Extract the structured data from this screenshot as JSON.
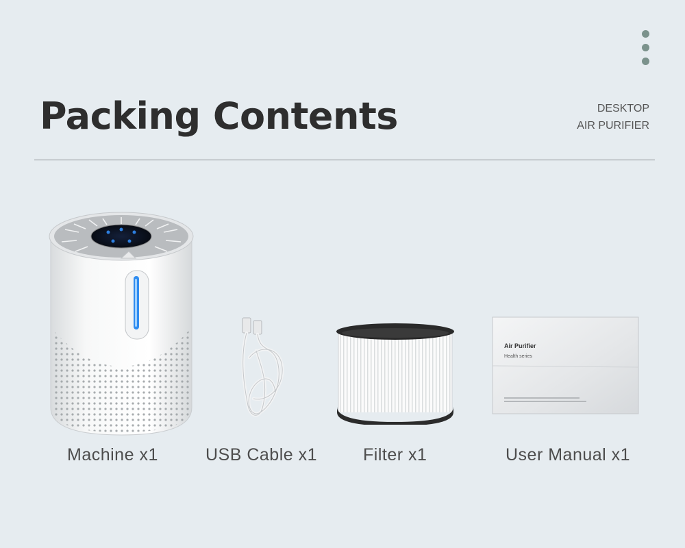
{
  "header": {
    "title": "Packing Contents",
    "tagline_line1": "DESKTOP",
    "tagline_line2": "AIR PURIFIER",
    "menu_icon": "vertical-dots-icon"
  },
  "items": [
    {
      "label": "Machine  x1",
      "icon": "air-purifier-image"
    },
    {
      "label": "USB Cable x1",
      "icon": "usb-cable-image"
    },
    {
      "label": "Filter x1",
      "icon": "filter-image"
    },
    {
      "label": "User Manual x1",
      "icon": "user-manual-image"
    }
  ],
  "manual": {
    "cover_title": "Air Purifier",
    "cover_subtitle": "Health series"
  },
  "colors": {
    "background": "#e6ecf0",
    "accent_dots": "#7b928c",
    "indicator_blue": "#2f8cf0"
  }
}
